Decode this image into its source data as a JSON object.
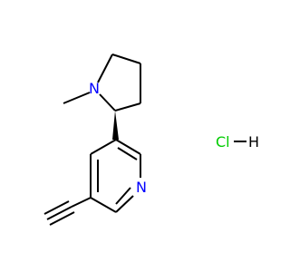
{
  "molecule": {
    "atoms": {
      "pyrrolidine_nitrogen": "N",
      "methyl": "",
      "pyridine_nitrogen": "N",
      "hcl_cl": "Cl",
      "hcl_h": "H"
    },
    "colors": {
      "bond": "#000000",
      "nitrogen": "#0000ff",
      "chlorine": "#00cc00",
      "hydrogen": "#000000"
    }
  }
}
